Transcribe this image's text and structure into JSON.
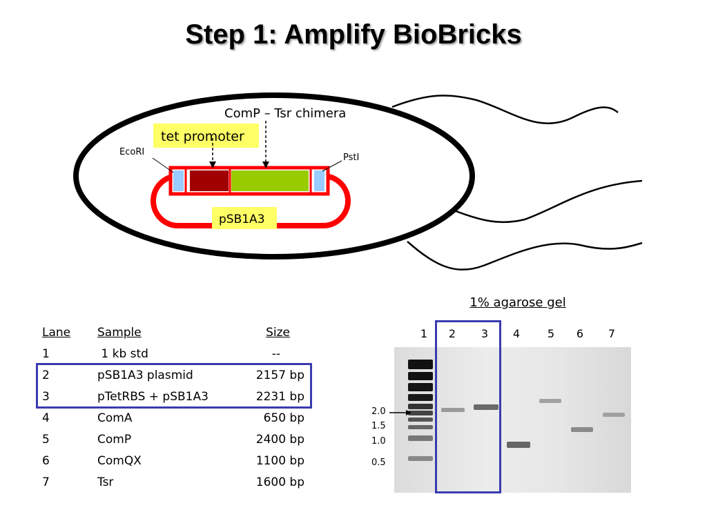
{
  "slide_title": "Step 1: Amplify BioBricks",
  "diagram": {
    "chimera_label": "ComP – Tsr chimera",
    "promoter_label": "tet promoter",
    "site_left": "EcoRI",
    "site_right": "PstI",
    "plasmid_label": "pSB1A3",
    "colors": {
      "promoter_box": "#ffff66",
      "plasmid_ring": "#ff0000",
      "promoter_segment": "#a00000",
      "gene_segment": "#99cc00",
      "site_segment": "#99ccff"
    }
  },
  "table": {
    "headers": {
      "lane": "Lane",
      "sample": "Sample",
      "size": "Size"
    },
    "rows": [
      {
        "lane": "1",
        "sample": " 1 kb std",
        "size": "--"
      },
      {
        "lane": "2",
        "sample": "pSB1A3 plasmid",
        "size": "2157 bp"
      },
      {
        "lane": "3",
        "sample": "pTetRBS + pSB1A3",
        "size": "2231 bp"
      },
      {
        "lane": "4",
        "sample": "ComA",
        "size": "650 bp"
      },
      {
        "lane": "5",
        "sample": "ComP",
        "size": "2400 bp"
      },
      {
        "lane": "6",
        "sample": "ComQX",
        "size": "1100 bp"
      },
      {
        "lane": "7",
        "sample": "Tsr",
        "size": "1600 bp"
      }
    ]
  },
  "gel": {
    "title": "1% agarose gel",
    "lanes": [
      "1",
      "2",
      "3",
      "4",
      "5",
      "6",
      "7"
    ],
    "ladder_labels": [
      "2.0",
      "1.5",
      "1.0",
      "0.5"
    ],
    "selection_color": "#3a3ab0"
  }
}
